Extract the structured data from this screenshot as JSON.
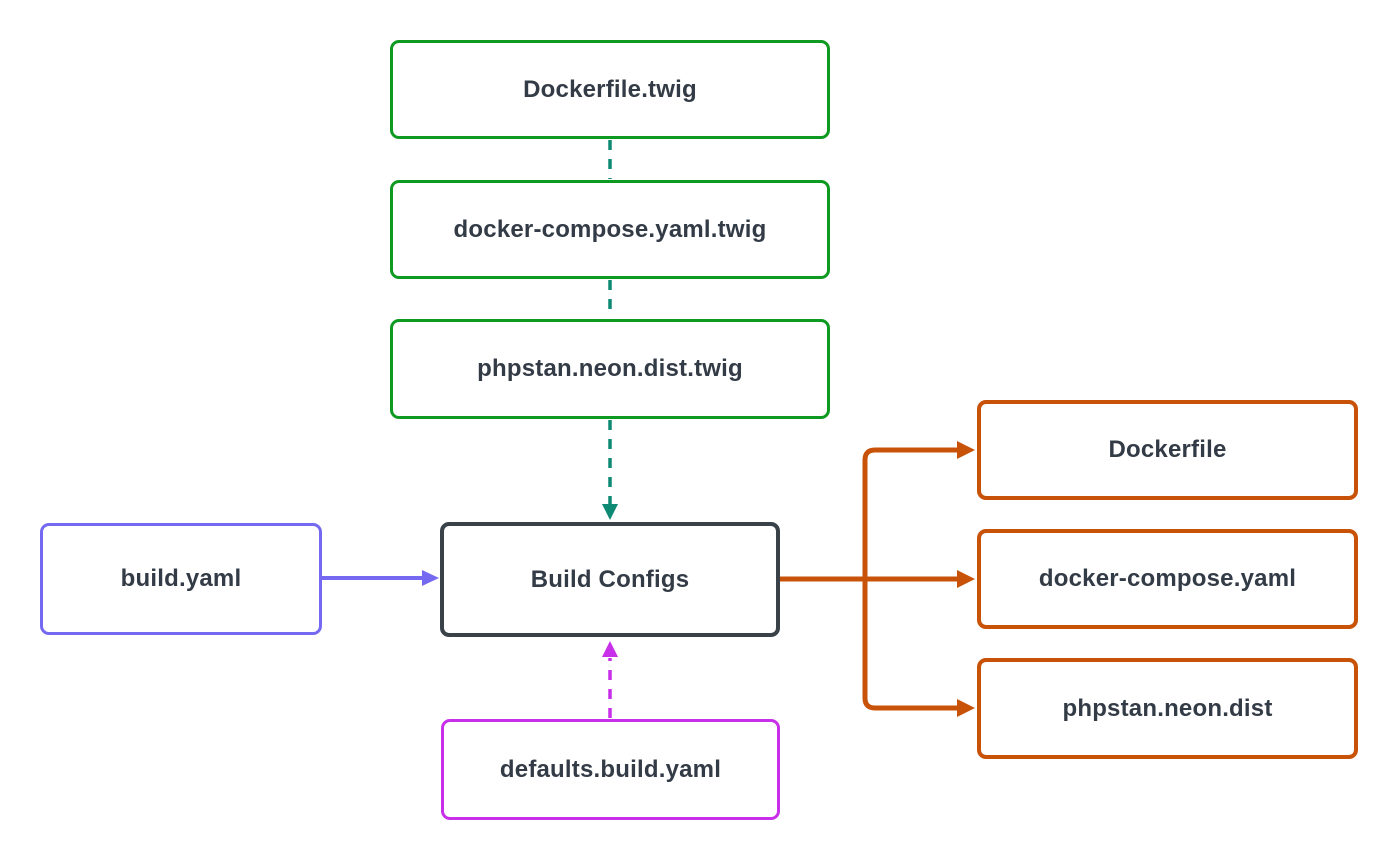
{
  "colors": {
    "bg": "#ffffff",
    "text": "#333B46",
    "green": "#0E9A20",
    "teal": "#0E8A74",
    "dark": "#394149",
    "blue": "#7569F2",
    "magenta": "#C72FE9",
    "orange": "#C75208"
  },
  "diagram": {
    "nodes": {
      "dockerfile_twig": {
        "label": "Dockerfile.twig"
      },
      "docker_compose_twig": {
        "label": "docker-compose.yaml.twig"
      },
      "phpstan_twig": {
        "label": "phpstan.neon.dist.twig"
      },
      "build_yaml": {
        "label": "build.yaml"
      },
      "build_configs": {
        "label": "Build Configs"
      },
      "defaults_build_yaml": {
        "label": "defaults.build.yaml"
      },
      "dockerfile": {
        "label": "Dockerfile"
      },
      "docker_compose_yaml": {
        "label": "docker-compose.yaml"
      },
      "phpstan_neon_dist": {
        "label": "phpstan.neon.dist"
      }
    },
    "edges": [
      {
        "from": "Dockerfile.twig",
        "to": "docker-compose.yaml.twig",
        "style": "dashed",
        "color": "teal",
        "arrow": false
      },
      {
        "from": "docker-compose.yaml.twig",
        "to": "phpstan.neon.dist.twig",
        "style": "dashed",
        "color": "teal",
        "arrow": false
      },
      {
        "from": "phpstan.neon.dist.twig",
        "to": "Build Configs",
        "style": "dashed",
        "color": "teal",
        "arrow": true
      },
      {
        "from": "build.yaml",
        "to": "Build Configs",
        "style": "solid",
        "color": "blue",
        "arrow": true
      },
      {
        "from": "defaults.build.yaml",
        "to": "Build Configs",
        "style": "dashed",
        "color": "magenta",
        "arrow": true
      },
      {
        "from": "Build Configs",
        "to": "Dockerfile",
        "style": "solid",
        "color": "orange",
        "arrow": true
      },
      {
        "from": "Build Configs",
        "to": "docker-compose.yaml",
        "style": "solid",
        "color": "orange",
        "arrow": true
      },
      {
        "from": "Build Configs",
        "to": "phpstan.neon.dist",
        "style": "solid",
        "color": "orange",
        "arrow": true
      }
    ]
  }
}
